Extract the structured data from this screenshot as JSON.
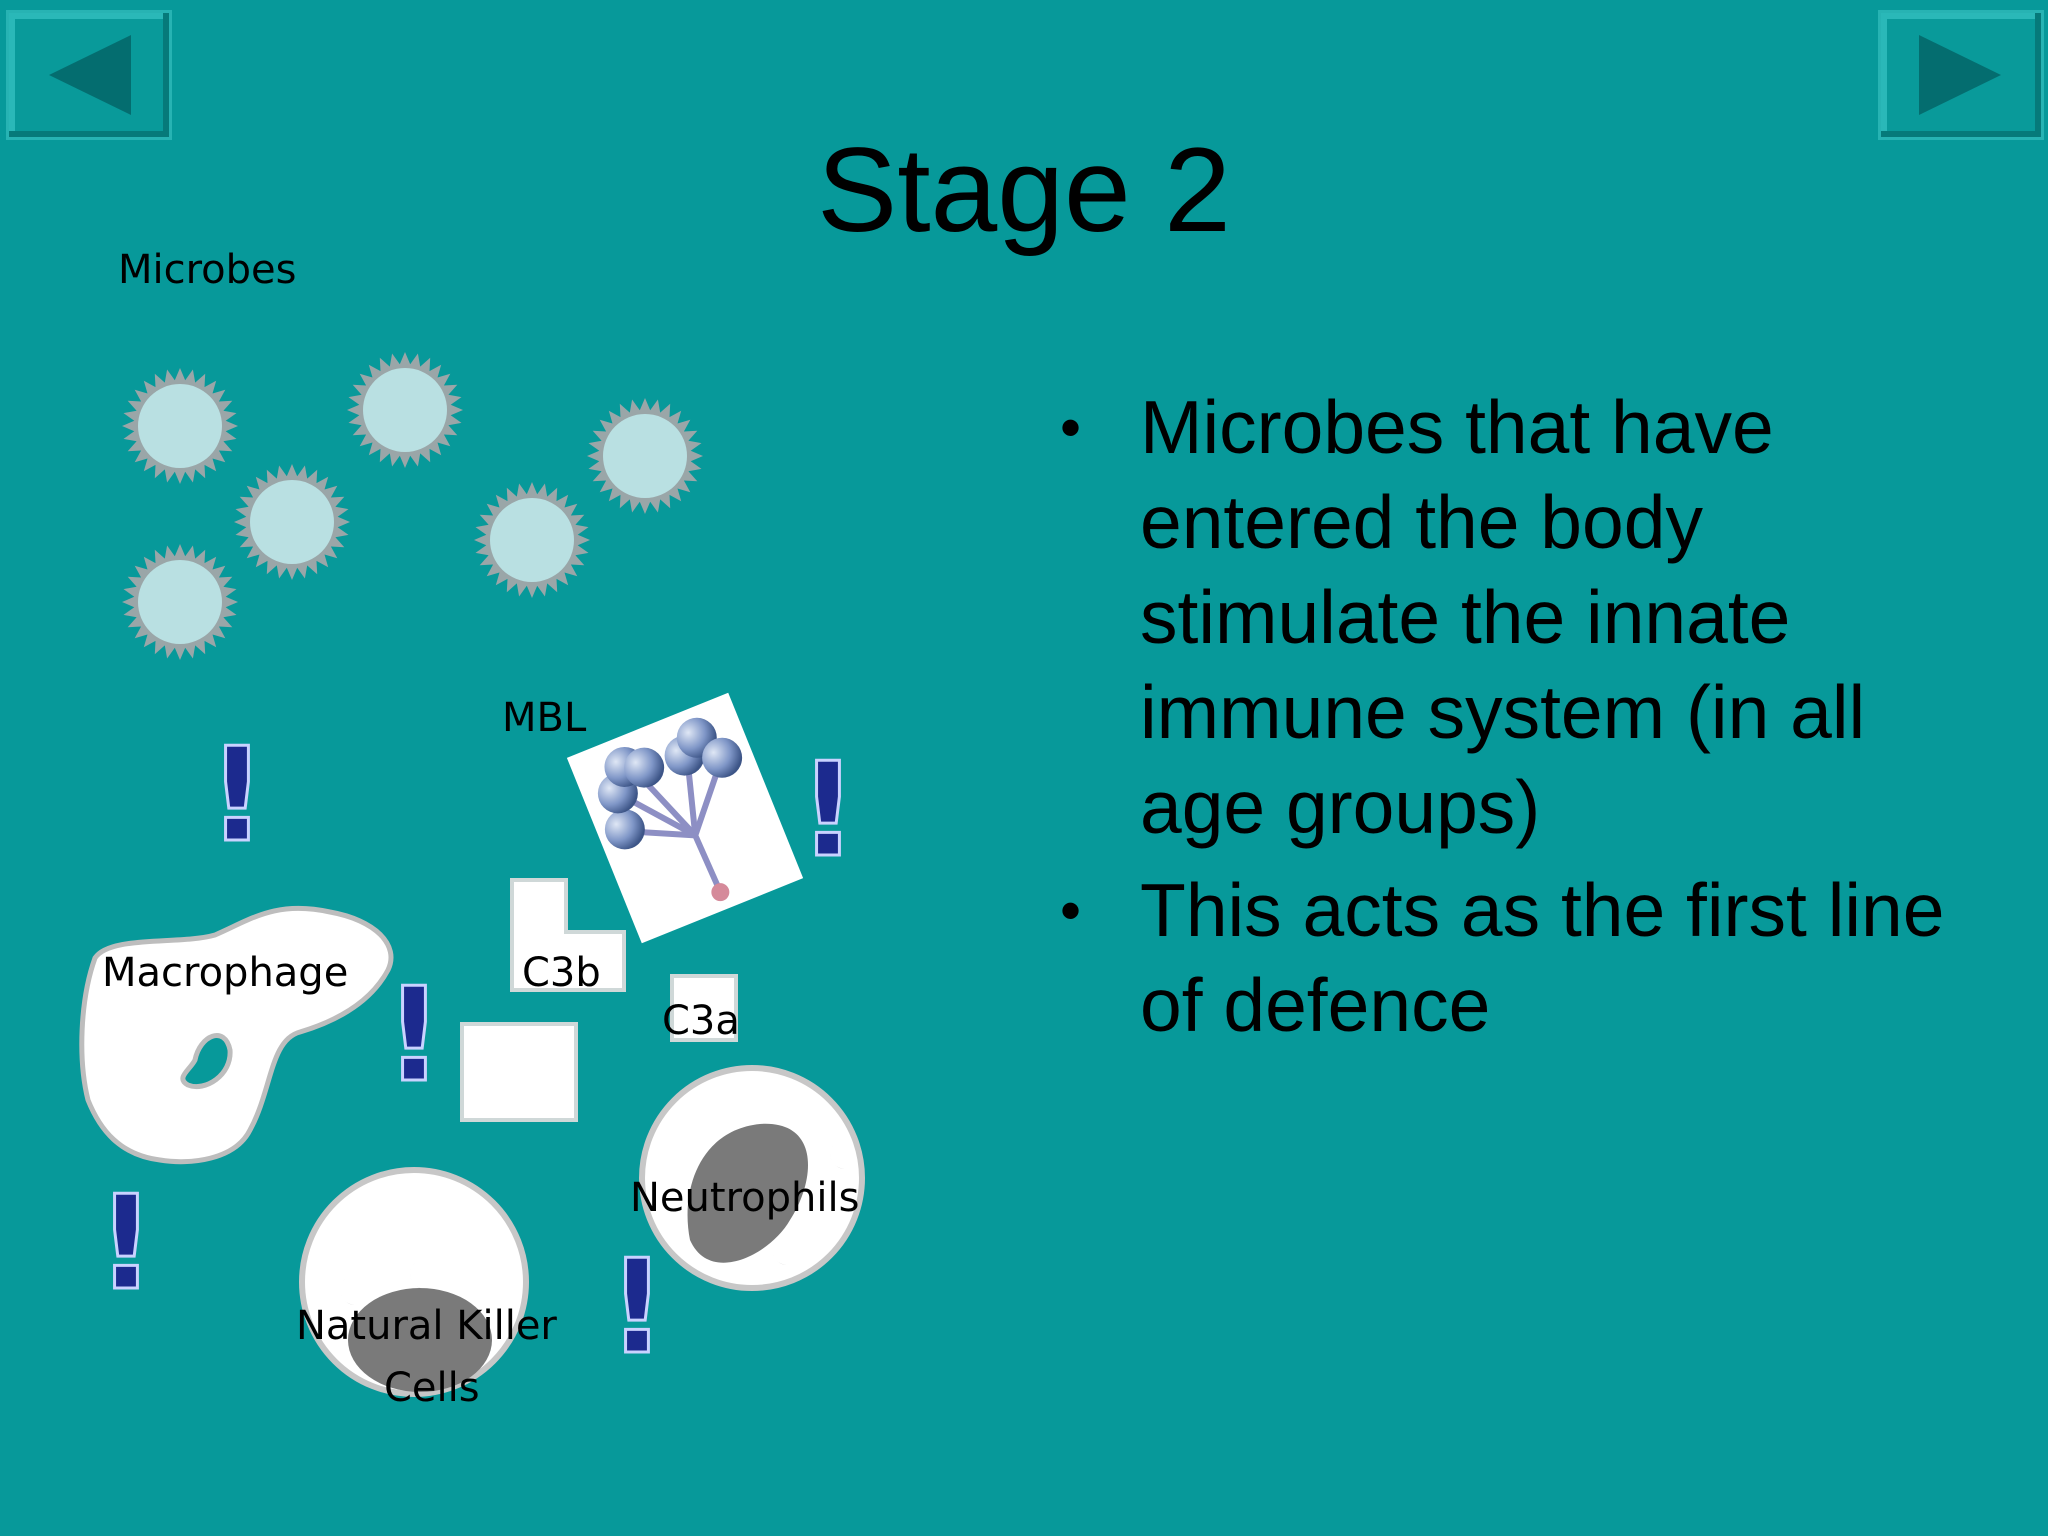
{
  "slide": {
    "title": "Stage 2",
    "bullets": [
      "Microbes that have entered the body stimulate the innate immune system (in all age groups)",
      "This acts as the first line of defence"
    ],
    "bullet_glyph": "•"
  },
  "diagram": {
    "labels": {
      "microbes": "Microbes",
      "mbl": "MBL",
      "macrophage": "Macrophage",
      "c3b": "C3b",
      "c3a": "C3a",
      "neutrophils": "Neutrophils",
      "nk_line1": "Natural Killer",
      "nk_line2": "Cells"
    },
    "alert_glyph": "!"
  },
  "navigation": {
    "prev_icon": "left-arrow-icon",
    "next_icon": "right-arrow-icon"
  },
  "colors": {
    "background": "#07999a",
    "microbe_fill": "#b9e0e2",
    "cell_fill": "#ffffff",
    "nucleus": "#7a7a7a",
    "exclamation": "#1c2a8e"
  }
}
